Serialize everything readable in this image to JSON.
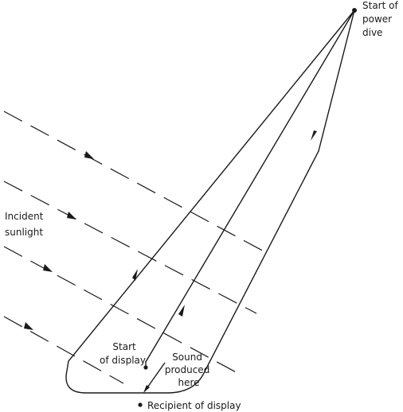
{
  "labels": {
    "start_power_dive": [
      "Start of",
      "power",
      "dive"
    ],
    "incident_sunlight": [
      "Incident",
      "sunlight"
    ],
    "start_display": [
      "Start",
      "of display"
    ],
    "sound_produced": [
      "Sound",
      "produced",
      "here"
    ],
    "recipient": "Recipient of display"
  }
}
